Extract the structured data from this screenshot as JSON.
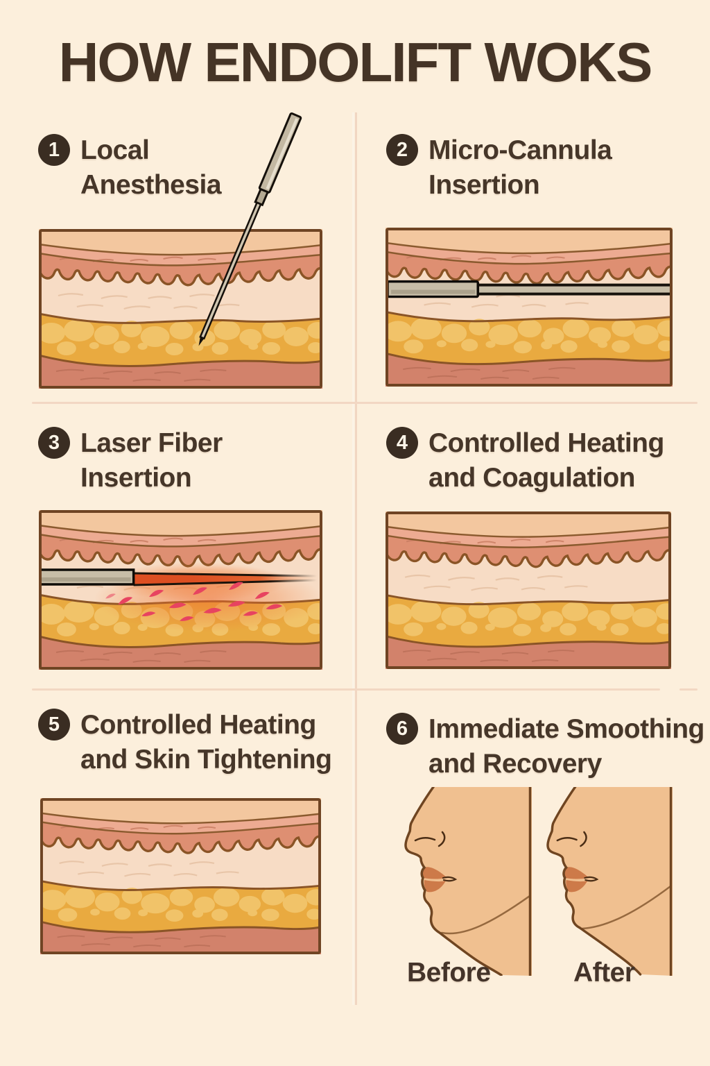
{
  "title": "HOW ENDOLIFT WOKS",
  "panels": [
    {
      "number": "1",
      "lines": [
        "Local",
        "Anesthesia"
      ],
      "figure": "skin-cross-section-with-needle"
    },
    {
      "number": "2",
      "lines": [
        "Micro-Cannula",
        "Insertion"
      ],
      "figure": "skin-cross-section-with-cannula"
    },
    {
      "number": "3",
      "lines": [
        "Laser Fiber",
        "Insertion"
      ],
      "figure": "skin-cross-section-with-laser-fiber"
    },
    {
      "number": "4",
      "lines": [
        "Controlled Heating",
        "and Coagulation"
      ],
      "figure": "skin-cross-section"
    },
    {
      "number": "5",
      "lines": [
        "Controlled Heating",
        "and Skin Tightening"
      ],
      "figure": "skin-cross-section"
    },
    {
      "number": "6",
      "lines": [
        "Immediate Smoothing",
        "and Recovery"
      ],
      "figure": "before-after-face-profiles",
      "before_label": "Before",
      "after_label": "After"
    }
  ],
  "colors": {
    "background": "#fcefdc",
    "heading_text": "#463629",
    "badge": "#3a2d22",
    "badge_text": "#fdf5e8",
    "outline": "#7a4e27",
    "epidermis": "#f3c79f",
    "upper_dermis": "#edab92",
    "dermis": "#de8f72",
    "reticular_layer": "#f7dcc5",
    "fat": "#e9aa40",
    "fat_lobule": "#f1c369",
    "muscle": "#d2826b",
    "metal_tool": "#c7bda7",
    "laser_beam": "#dd4f22",
    "laser_marks": "#e74360",
    "face_skin": "#f0c090",
    "face_outline": "#6f4521",
    "lips": "#cd7a49"
  }
}
